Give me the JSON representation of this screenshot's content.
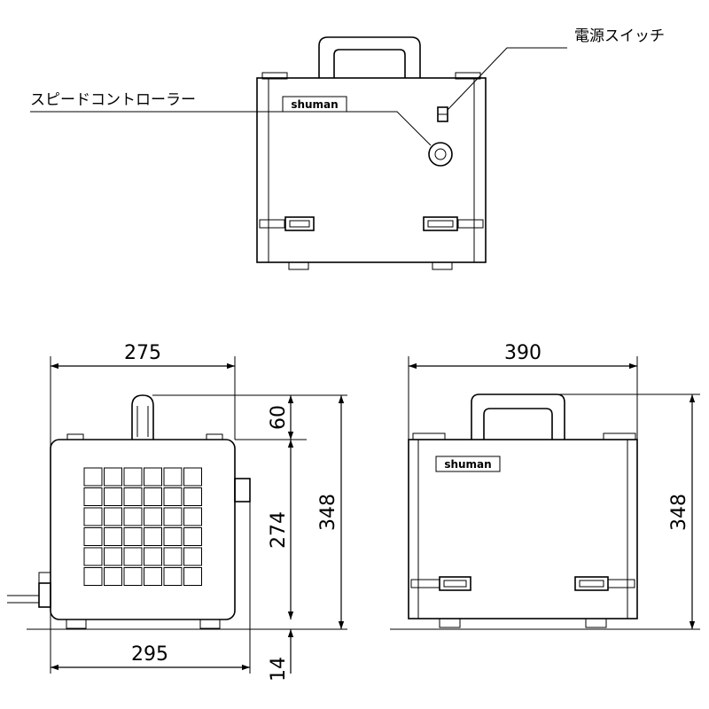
{
  "callouts": {
    "power_switch": "電源スイッチ",
    "speed_controller": "スピードコントローラー"
  },
  "brand": "shuman",
  "dimensions": {
    "side_top_width": "275",
    "side_bottom_width": "295",
    "handle_height": "60",
    "body_height": "274",
    "foot_height": "14",
    "side_total_height": "348",
    "front_width": "390",
    "front_total_height": "348"
  }
}
